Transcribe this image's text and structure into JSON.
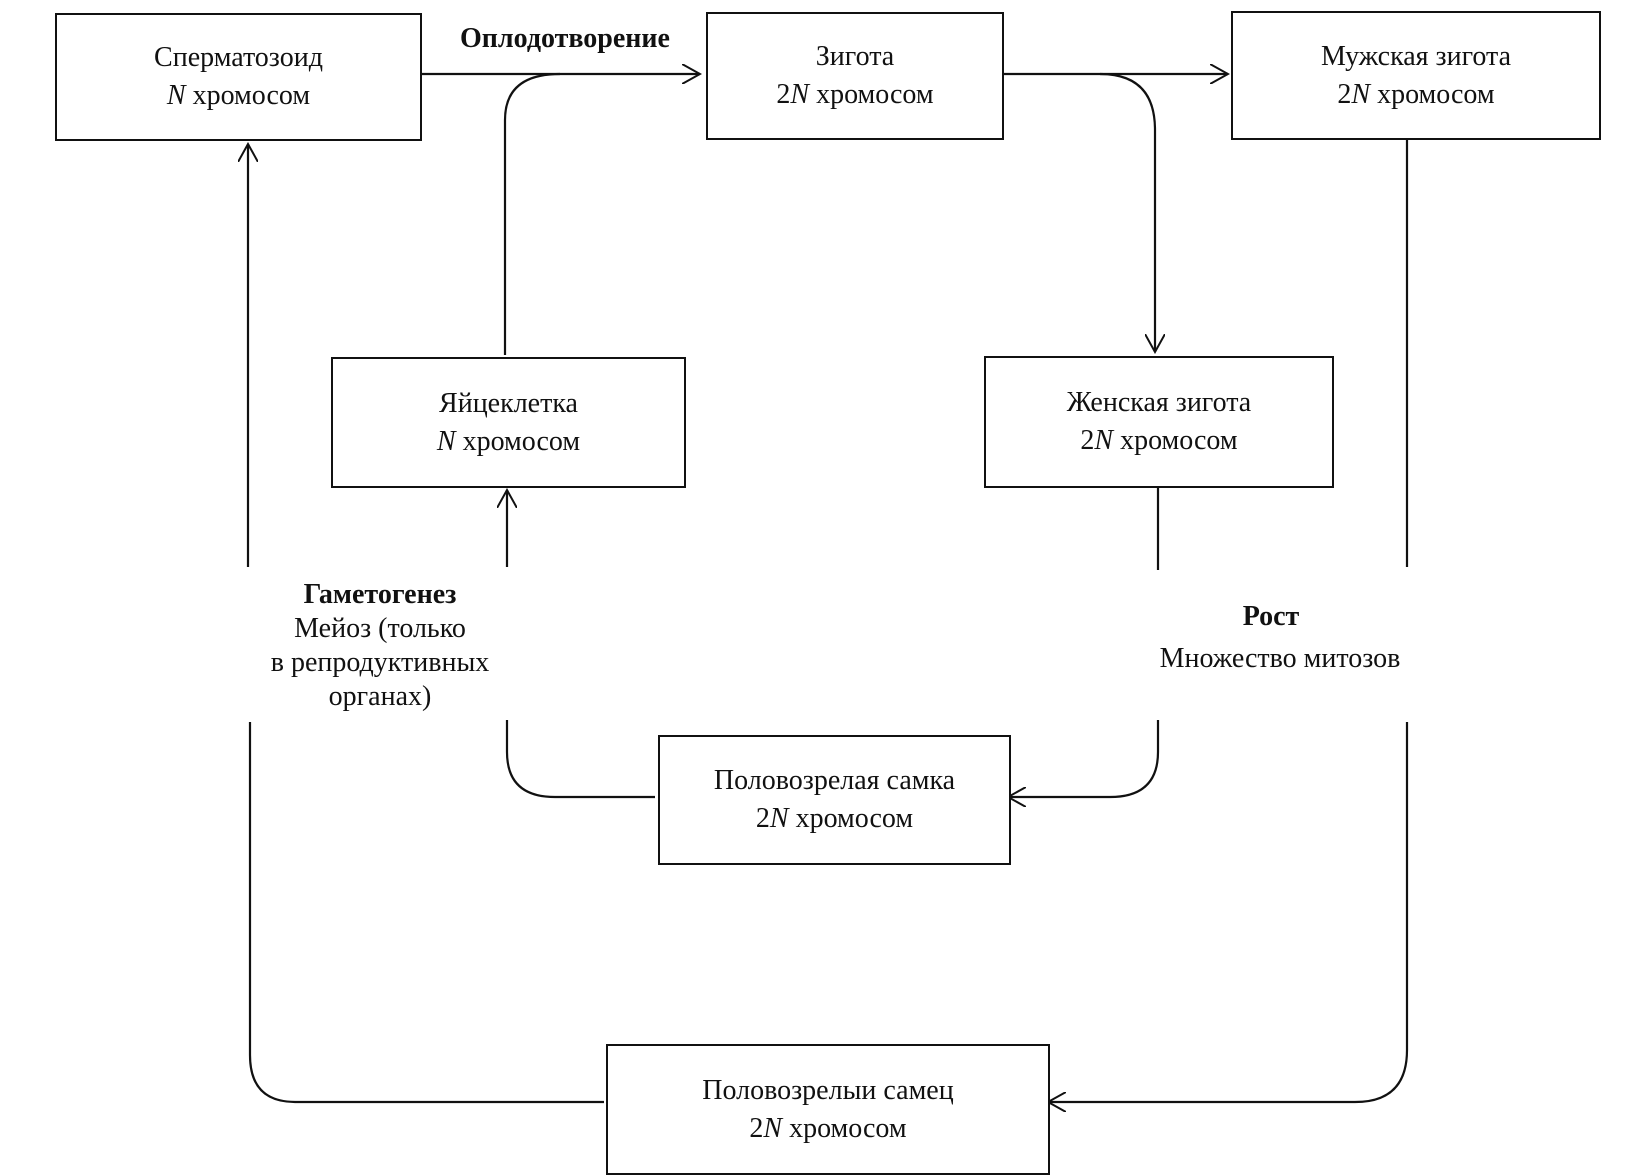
{
  "nodes": {
    "sperm": {
      "title": "Сперматозоид",
      "pre": "",
      "var": "N",
      "post": " хромосом"
    },
    "zygote": {
      "title": "Зигота",
      "pre": "2",
      "var": "N",
      "post": " хромосом"
    },
    "male_zyg": {
      "title": "Мужская зигота",
      "pre": "2",
      "var": "N",
      "post": "  хромосом"
    },
    "egg": {
      "title": "Яйцеклетка",
      "pre": "",
      "var": "N",
      "post": " хромосом"
    },
    "female_zyg": {
      "title": "Женская зигота",
      "pre": "2",
      "var": "N",
      "post": " хромосом"
    },
    "female_ad": {
      "title": "Половозрелая самка",
      "pre": "2",
      "var": "N",
      "post": "   хромосом"
    },
    "male_ad": {
      "title": "Половозрелыи  самец",
      "pre": "2",
      "var": "N",
      "post": "  хромосом"
    }
  },
  "labels": {
    "fertilization": "Оплодотворение",
    "gametogenesis": {
      "title": "Гаметогенез",
      "line1": "Мейоз (только",
      "line2": "в репродуктивных",
      "line3": "органах)"
    },
    "growth": {
      "title": "Рост",
      "line1": "Множество  митозов"
    }
  },
  "colors": {
    "stroke": "#111111",
    "background": "#ffffff"
  }
}
